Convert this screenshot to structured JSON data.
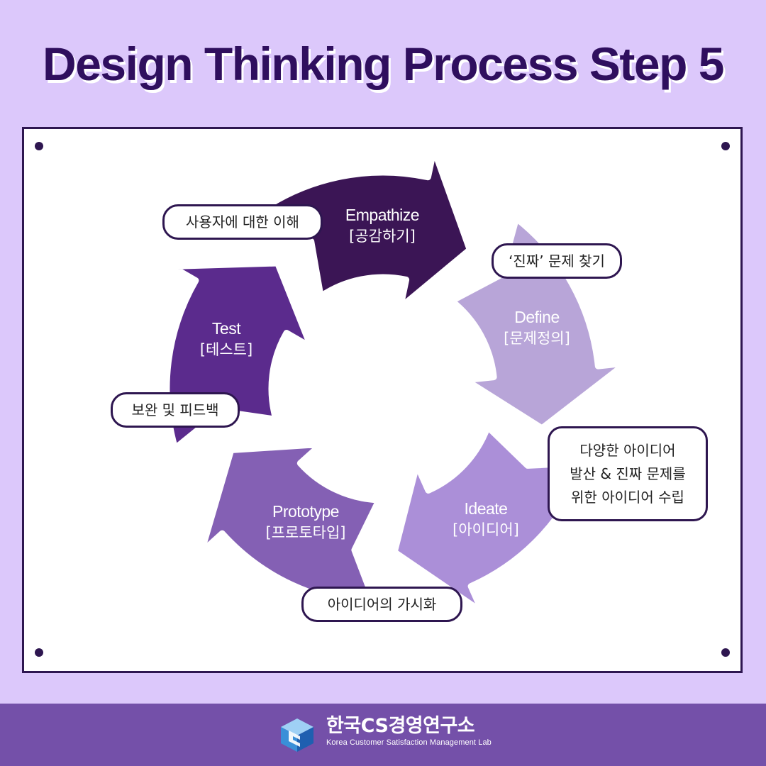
{
  "title": "Design Thinking Process Step 5",
  "colors": {
    "background": "#dcc8fb",
    "title": "#2f0f5e",
    "footer": "#7450a9",
    "outline": "#2e1650",
    "empathize": "#b8a5d8",
    "define": "#ab8fd8",
    "ideate": "#8460b4",
    "prototype": "#5b2b8d",
    "test": "#3b1555"
  },
  "stages": [
    {
      "key": "empathize",
      "name": "Empathize",
      "korean": "[공감하기]"
    },
    {
      "key": "define",
      "name": "Define",
      "korean": "[문제정의]"
    },
    {
      "key": "ideate",
      "name": "Ideate",
      "korean": "[아이디어]"
    },
    {
      "key": "prototype",
      "name": "Prototype",
      "korean": "[프로토타입]"
    },
    {
      "key": "test",
      "name": "Test",
      "korean": "[테스트]"
    }
  ],
  "notes": {
    "empathize": "사용자에 대한 이해",
    "define": "‘진짜’ 문제 찾기",
    "ideate": "다양한 아이디어\n발산 & 진짜 문제를\n위한 아이디어 수립",
    "prototype": "아이디어의 가시화",
    "test": "보완 및 피드백"
  },
  "footer": {
    "brand_name": "한국CS경영연구소",
    "brand_sub": "Korea Customer Satisfaction Management Lab",
    "logo_icon": "cs-cube-logo-icon"
  }
}
